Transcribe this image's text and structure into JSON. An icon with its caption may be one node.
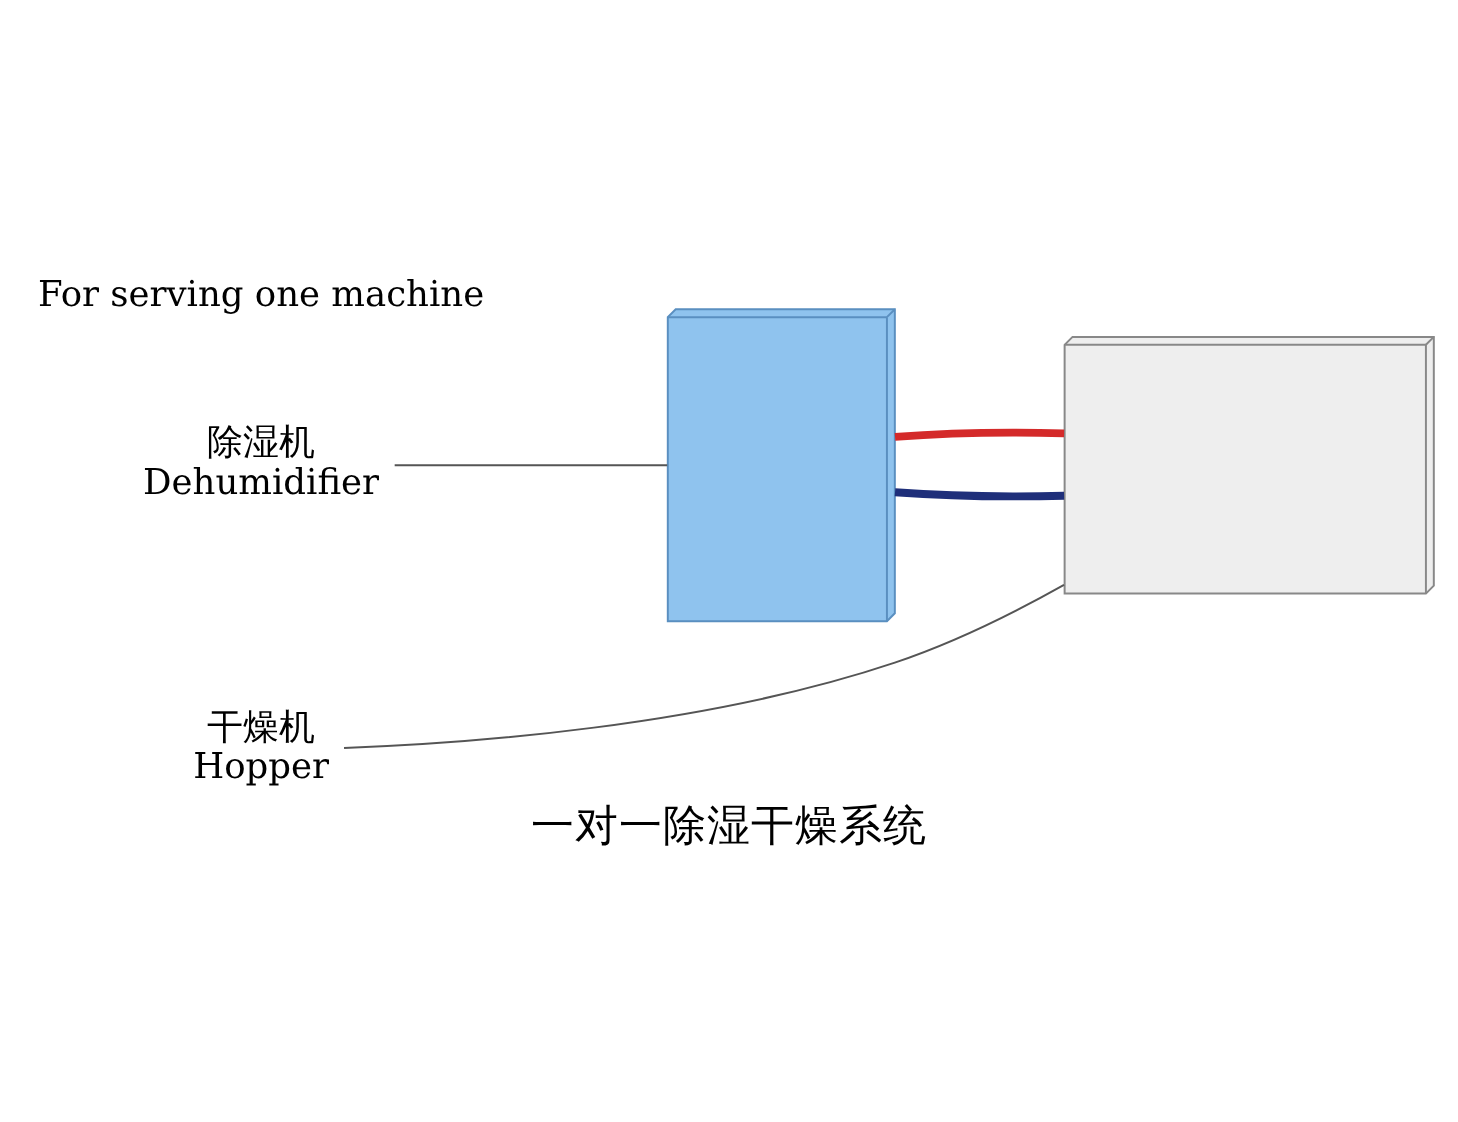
{
  "diagram": {
    "caption": "一对一除湿干燥系统",
    "nodes": [
      {
        "text": [
          "除湿机",
          "Dehumidifier"
        ]
      },
      {
        "text": [
          "干燥机",
          "Hopper"
        ]
      },
      {
        "text": [],
        "shape": "picture"
      },
      {
        "text": [],
        "shape": "picture"
      }
    ],
    "edges": [
      {
        "from": 0,
        "to": 2,
        "arrow": "none",
        "color": "#555555"
      },
      {
        "from": 1,
        "to": 3,
        "arrow": "none",
        "color": "#555555"
      },
      {
        "from": 2,
        "to": 3,
        "arrow": "none",
        "style": "thick",
        "color": "#1f2f7a"
      },
      {
        "from": 2,
        "to": 3,
        "arrow": "none",
        "style": "thick",
        "color": "#d42a2a"
      }
    ],
    "labels": [
      "For serving one machine"
    ]
  }
}
